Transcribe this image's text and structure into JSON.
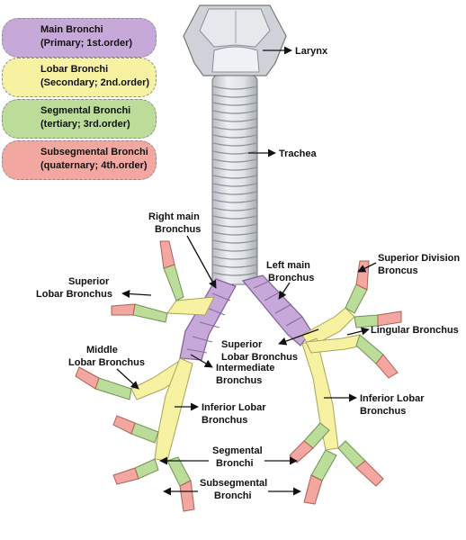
{
  "legend": [
    {
      "line1": "Main Bronchi",
      "line2": "(Primary; 1st.order)",
      "color": "#c6a9d8"
    },
    {
      "line1": "Lobar Bronchi",
      "line2": "(Secondary; 2nd.order)",
      "color": "#f7f1a2"
    },
    {
      "line1": "Segmental Bronchi",
      "line2": "(tertiary; 3rd.order)",
      "color": "#bcdc9a"
    },
    {
      "line1": "Subsegmental Bronchi",
      "line2": "(quaternary; 4th.order)",
      "color": "#f2a8a0"
    }
  ],
  "labels": {
    "larynx": "Larynx",
    "trachea": "Trachea",
    "right_main_1": "Right main",
    "right_main_2": "Bronchus",
    "left_main_1": "Left main",
    "left_main_2": "Bronchus",
    "superior_lobar_right_1": "Superior",
    "superior_lobar_right_2": "Lobar Bronchus",
    "superior_division_1": "Superior Division",
    "superior_division_2": "Broncus",
    "middle_lobar_1": "Middle",
    "middle_lobar_2": "Lobar Bronchus",
    "superior_lobar_left_1": "Superior",
    "superior_lobar_left_2": "Lobar Bronchus",
    "lingular": "Lingular Bronchus",
    "intermediate_1": "Intermediate",
    "intermediate_2": "Bronchus",
    "inferior_lobar_right_1": "Inferior Lobar",
    "inferior_lobar_right_2": "Bronchus",
    "inferior_lobar_left_1": "Inferior Lobar",
    "inferior_lobar_left_2": "Bronchus",
    "segmental_1": "Segmental",
    "segmental_2": "Bronchi",
    "subsegmental_1": "Subsegmental",
    "subsegmental_2": "Bronchi"
  }
}
